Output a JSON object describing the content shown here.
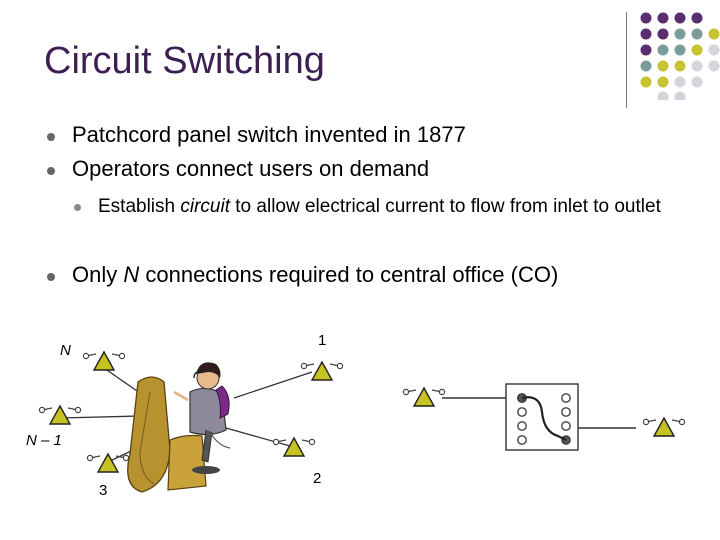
{
  "slide": {
    "title": "Circuit Switching",
    "bullets": [
      "Patchcord panel switch invented in 1877",
      "Operators connect users on demand"
    ],
    "sub_bullet": {
      "before": "Establish ",
      "emph": "circuit",
      "after": " to allow electrical current to flow from inlet to outlet"
    },
    "bullet3": {
      "before": "Only ",
      "emph": "N",
      "after": " connections required to central office (CO)"
    }
  },
  "diagram": {
    "label_n": "N",
    "label_1": "1",
    "label_n_minus_1": "N – 1",
    "label_2": "2",
    "label_3": "3"
  },
  "colors": {
    "title": "#3d1f52",
    "phone_fill": "#c6c222",
    "dot_purple": "#5a2d6e",
    "dot_teal": "#7a9c9c",
    "dot_yellow": "#c8c430",
    "dot_light": "#d4d4dc"
  }
}
